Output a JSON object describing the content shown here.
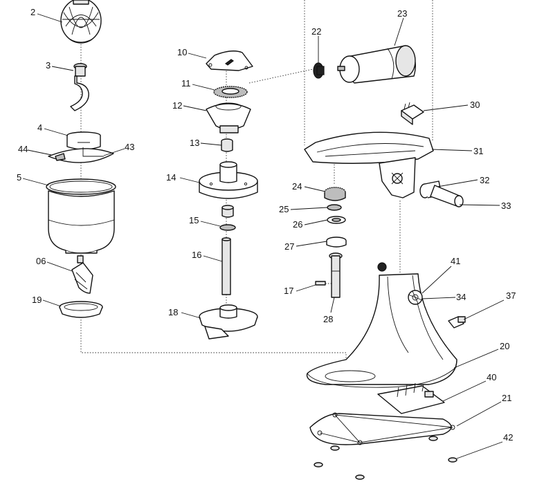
{
  "parts": [
    {
      "id": "p2",
      "label": "2"
    },
    {
      "id": "p3",
      "label": "3"
    },
    {
      "id": "p4",
      "label": "4"
    },
    {
      "id": "p44",
      "label": "44"
    },
    {
      "id": "p43",
      "label": "43"
    },
    {
      "id": "p5",
      "label": "5"
    },
    {
      "id": "p06",
      "label": "06"
    },
    {
      "id": "p19",
      "label": "19"
    },
    {
      "id": "p10",
      "label": "10"
    },
    {
      "id": "p11",
      "label": "11"
    },
    {
      "id": "p12",
      "label": "12"
    },
    {
      "id": "p13",
      "label": "13"
    },
    {
      "id": "p14",
      "label": "14"
    },
    {
      "id": "p15",
      "label": "15"
    },
    {
      "id": "p16",
      "label": "16"
    },
    {
      "id": "p17",
      "label": "17"
    },
    {
      "id": "p18",
      "label": "18"
    },
    {
      "id": "p22",
      "label": "22"
    },
    {
      "id": "p23",
      "label": "23"
    },
    {
      "id": "p30",
      "label": "30"
    },
    {
      "id": "p31",
      "label": "31"
    },
    {
      "id": "p24",
      "label": "24"
    },
    {
      "id": "p25",
      "label": "25"
    },
    {
      "id": "p26",
      "label": "26"
    },
    {
      "id": "p27",
      "label": "27"
    },
    {
      "id": "p28",
      "label": "28"
    },
    {
      "id": "p32",
      "label": "32"
    },
    {
      "id": "p33",
      "label": "33"
    },
    {
      "id": "p41",
      "label": "41"
    },
    {
      "id": "p34",
      "label": "34"
    },
    {
      "id": "p37",
      "label": "37"
    },
    {
      "id": "p20",
      "label": "20"
    },
    {
      "id": "p40",
      "label": "40"
    },
    {
      "id": "p21",
      "label": "21"
    },
    {
      "id": "p42",
      "label": "42"
    }
  ]
}
